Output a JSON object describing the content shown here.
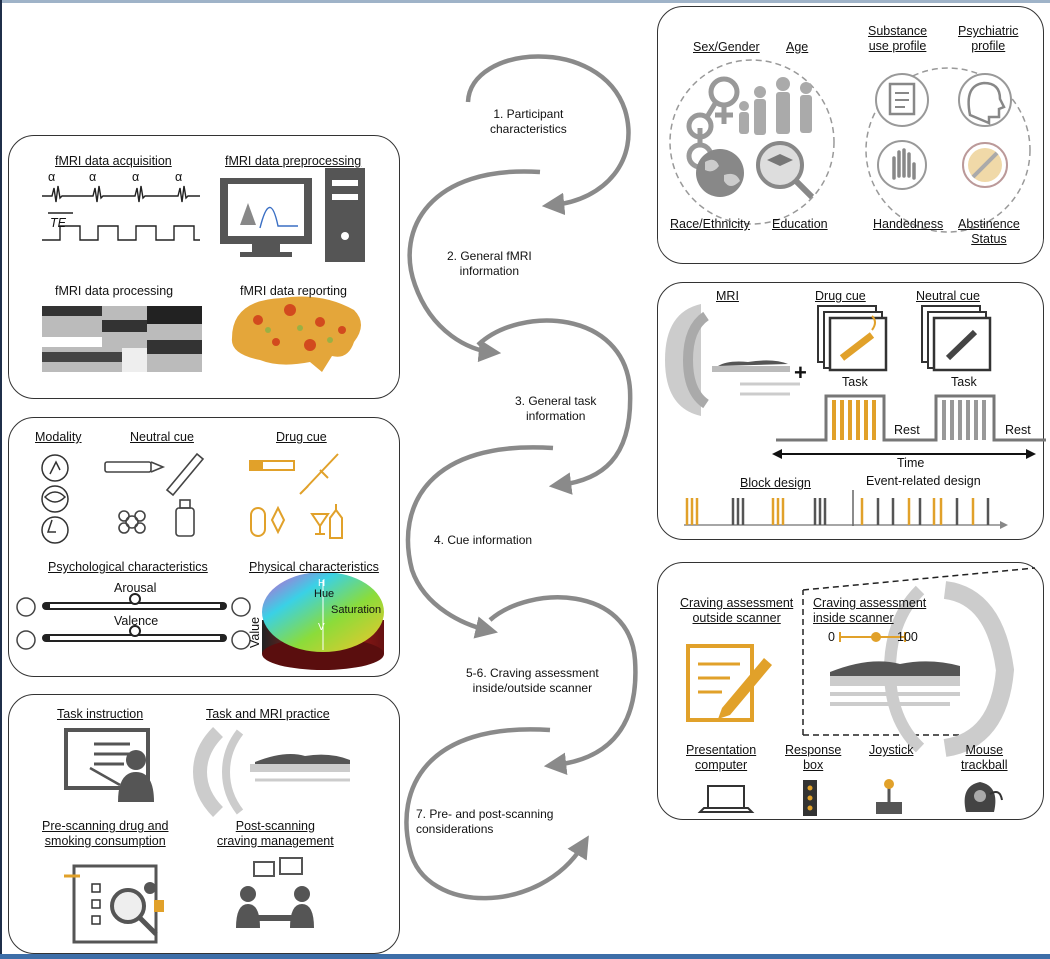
{
  "steps": {
    "s1": "1. Participant\ncharacteristics",
    "s2": "2. General fMRI\ninformation",
    "s3": "3. General task\ninformation",
    "s4": "4. Cue information",
    "s56": "5-6. Craving assessment\ninside/outside scanner",
    "s7": "7. Pre- and post-scanning\nconsiderations"
  },
  "participant": {
    "sex_gender": "Sex/Gender",
    "age": "Age",
    "race": "Race/Ethnicity",
    "education": "Education",
    "substance": "Substance\nuse profile",
    "psychiatric": "Psychiatric\nprofile",
    "handedness": "Handedness",
    "abstinence": "Abstinence\nStatus"
  },
  "fmri": {
    "acquisition": "fMRI data acquisition",
    "preprocessing": "fMRI data preprocessing",
    "processing": "fMRI data processing",
    "reporting": "fMRI data reporting",
    "alpha": "α",
    "te": "TE"
  },
  "task": {
    "mri": "MRI",
    "drug_cue": "Drug cue",
    "neutral_cue": "Neutral cue",
    "task1": "Task",
    "task2": "Task",
    "rest1": "Rest",
    "rest2": "Rest",
    "time": "Time",
    "block": "Block design",
    "event": "Event-related design",
    "plus": "+"
  },
  "cue": {
    "modality": "Modality",
    "neutral": "Neutral cue",
    "drug": "Drug cue",
    "psych": "Psychological characteristics",
    "phys": "Physical characteristics",
    "arousal": "Arousal",
    "valence": "Valence",
    "value": "Value",
    "hue": "Hue",
    "saturation": "Saturation",
    "h": "H",
    "v": "V"
  },
  "craving": {
    "outside": "Craving assessment\noutside scanner",
    "inside": "Craving assessment\ninside scanner",
    "min": "0",
    "max": "100",
    "presentation": "Presentation\ncomputer",
    "response": "Response\nbox",
    "joystick": "Joystick",
    "mouse": "Mouse\ntrackball"
  },
  "prepost": {
    "instruction": "Task instruction",
    "practice": "Task and MRI practice",
    "pre": "Pre-scanning drug and\nsmoking consumption",
    "post": "Post-scanning\ncraving management"
  },
  "colors": {
    "accent": "#e1a12a",
    "gray": "#8a8a8a",
    "lightgray": "#c9c9c9",
    "dark": "#333333"
  }
}
